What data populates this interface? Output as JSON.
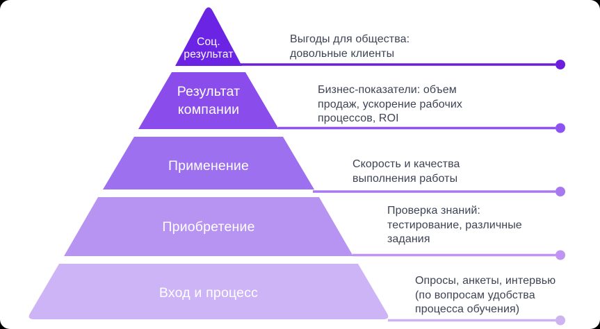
{
  "diagram": {
    "levels": [
      {
        "label": "Соц.\nрезультат",
        "description": "Выгоды для общества:\nдовольные клиенты",
        "fill": "#6B24E4",
        "line_color": "#6B1FDD"
      },
      {
        "label": "Результат\nкомпании",
        "description": "Бизнес-показатели: объем\nпродаж, ускорение рабочих\nпроцессов, ROI",
        "fill": "#8A4DEB",
        "line_color": "#8F52F2"
      },
      {
        "label": "Применение",
        "description": "Скорость и качества\nвыполнения работы",
        "fill": "#9C70EF",
        "line_color": "#A878F0"
      },
      {
        "label": "Приобретение",
        "description": "Проверка знаний:\nтестирование, различные\nзадания",
        "fill": "#B794F1",
        "line_color": "#C094F4"
      },
      {
        "label": "Вход и процесс",
        "description": "Опросы, анкеты, интервью\n(по вопросам удобства\nпроцесса обучения)",
        "fill": "#CDB4F6",
        "line_color": "#CDB3EF"
      }
    ]
  }
}
